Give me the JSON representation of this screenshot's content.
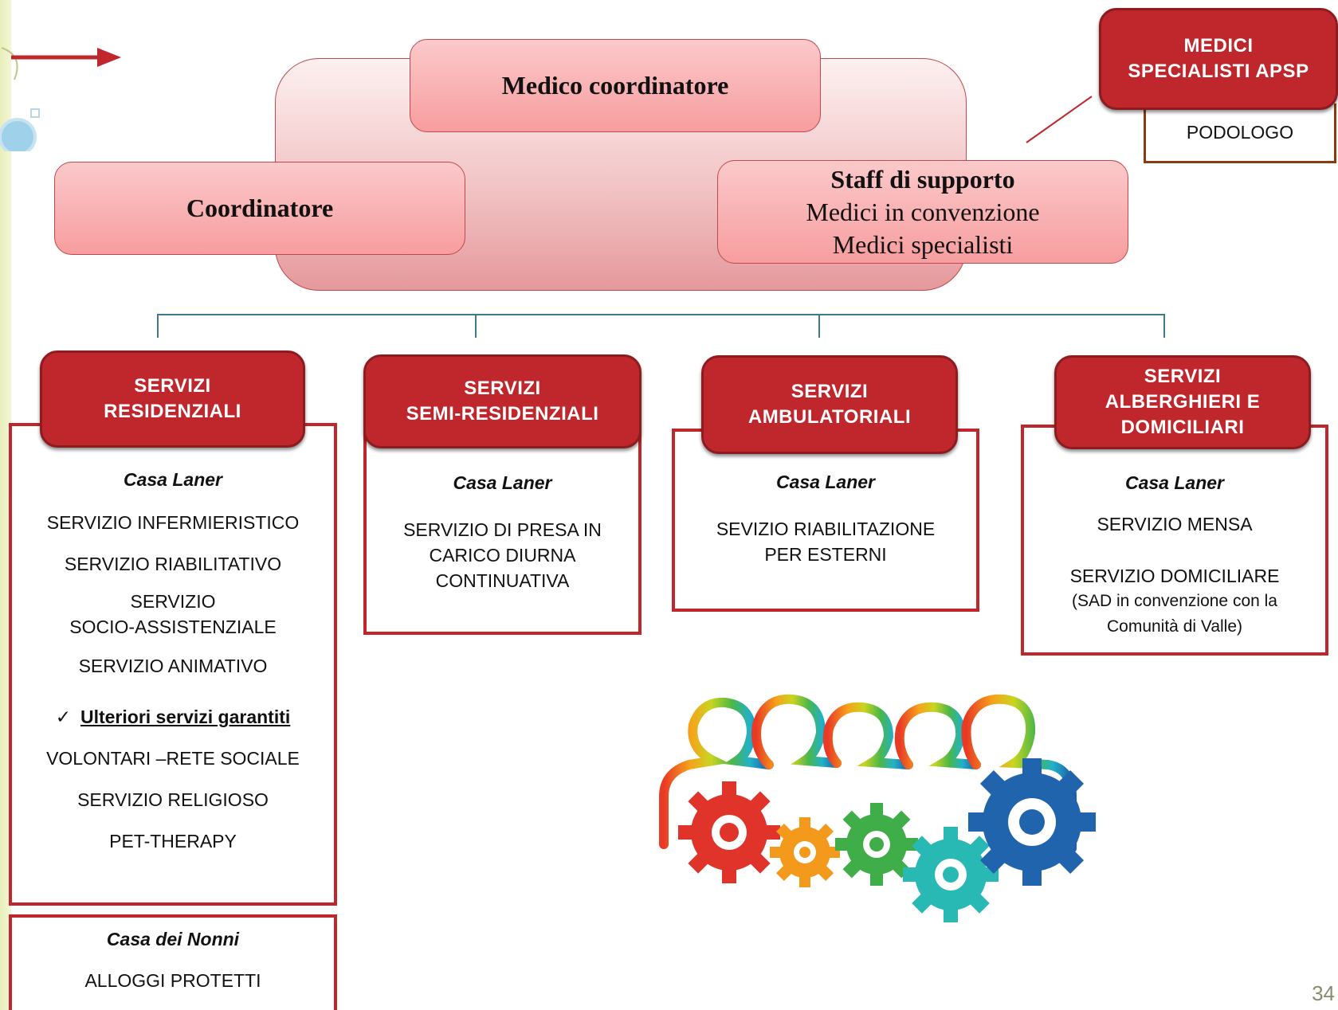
{
  "hierarchy": {
    "medico_coordinatore": "Medico coordinatore",
    "coordinatore": "Coordinatore",
    "staff": {
      "title": "Staff di supporto",
      "lines": [
        "Medici in convenzione",
        "Medici specialisti"
      ]
    },
    "medici_specialisti": {
      "lines": [
        "MEDICI",
        "SPECIALISTI APSP"
      ],
      "sub": "PODOLOGO"
    }
  },
  "services": {
    "residenziali": {
      "title_lines": [
        "SERVIZI",
        "RESIDENZIALI"
      ],
      "location": "Casa Laner",
      "items": [
        "SERVIZIO INFERMIERISTICO",
        "SERVIZIO RIABILITATIVO",
        "SERVIZIO",
        "SOCIO-ASSISTENZIALE",
        "SERVIZIO ANIMATIVO"
      ],
      "check_mark": "✓",
      "extra_heading": "Ulteriori servizi garantiti",
      "extra_items": [
        "VOLONTARI –RETE SOCIALE",
        "SERVIZIO RELIGIOSO",
        "PET-THERAPY"
      ],
      "second_location": "Casa dei Nonni",
      "second_items": [
        "ALLOGGI PROTETTI"
      ]
    },
    "semi_residenziali": {
      "title_lines": [
        "SERVIZI",
        "SEMI-RESIDENZIALI"
      ],
      "location": "Casa Laner",
      "items": [
        "SERVIZIO DI PRESA IN",
        "CARICO DIURNA",
        "CONTINUATIVA"
      ]
    },
    "ambulatoriali": {
      "title_lines": [
        "SERVIZI",
        "AMBULATORIALI"
      ],
      "location": "Casa Laner",
      "items": [
        "SEVIZIO RIABILITAZIONE",
        "PER ESTERNI"
      ]
    },
    "alberghieri": {
      "title_lines": [
        "SERVIZI",
        "ALBERGHIERI E",
        "DOMICILIARI"
      ],
      "location": "Casa Laner",
      "items": [
        "SERVIZIO MENSA"
      ],
      "dom_title": "SERVIZIO DOMICILIARE",
      "dom_lines": [
        "(SAD in convenzione con la",
        "Comunità di Valle)"
      ]
    }
  },
  "page_number": "34",
  "colors": {
    "red": "#c0272d",
    "pink": "#f79d9f",
    "connector": "#3d7b8c"
  },
  "icons": {
    "arrow": "red-arrow-icon",
    "teamwork": "teamwork-gears-illustration"
  }
}
